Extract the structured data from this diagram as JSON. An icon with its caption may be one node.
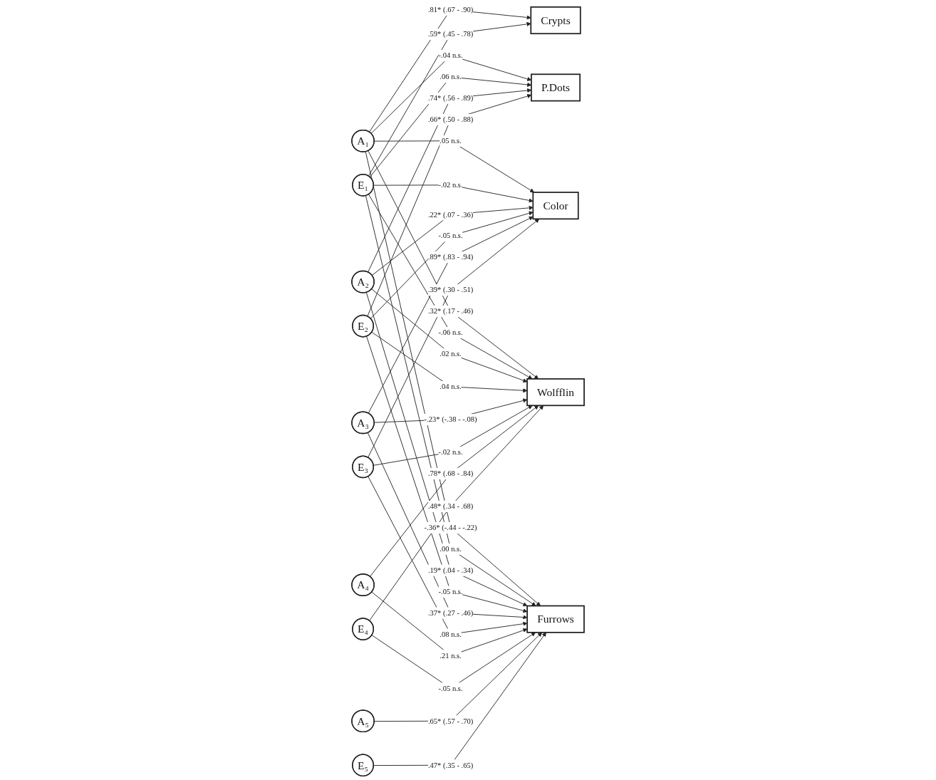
{
  "diagram": {
    "nodes": [
      {
        "text": [
          "A₁"
        ]
      },
      {
        "text": [
          "Crypts"
        ]
      },
      {
        "text": [
          "E₁"
        ]
      },
      {
        "text": [
          "A₂"
        ]
      },
      {
        "text": [
          "P.Dots"
        ]
      },
      {
        "text": [
          "E₂"
        ]
      },
      {
        "text": [
          "A₃"
        ]
      },
      {
        "text": [
          "Color"
        ]
      },
      {
        "text": [
          "E₃"
        ]
      },
      {
        "text": [
          "A₄"
        ]
      },
      {
        "text": [
          "Wolfflin"
        ]
      },
      {
        "text": [
          "E₄"
        ]
      },
      {
        "text": [
          "A₅"
        ]
      },
      {
        "text": [
          "Furrows"
        ]
      },
      {
        "text": [
          "E₅"
        ]
      }
    ],
    "edges": [
      {
        "from": 0,
        "to": 1,
        "arrow": "to",
        "label": ".81* (.67 - .90)"
      },
      {
        "from": 0,
        "to": 4,
        "arrow": "to",
        "label": "-.04 n.s."
      },
      {
        "from": 0,
        "to": 7,
        "arrow": "to",
        "label": ".05 n.s."
      },
      {
        "from": 0,
        "to": 10,
        "arrow": "to",
        "label": ".32* (.17 - .46)"
      },
      {
        "from": 0,
        "to": 13,
        "arrow": "to",
        "label": "-.36* (-.44 - -.22)"
      },
      {
        "from": 2,
        "to": 1,
        "arrow": "to",
        "label": ".59* (.45 - .78)"
      },
      {
        "from": 2,
        "to": 4,
        "arrow": "to",
        "label": ".06 n.s."
      },
      {
        "from": 2,
        "to": 7,
        "arrow": "to",
        "label": "-.02 n.s."
      },
      {
        "from": 2,
        "to": 10,
        "arrow": "to",
        "label": "-.06 n.s."
      },
      {
        "from": 2,
        "to": 13,
        "arrow": "to",
        "label": ".00 n.s."
      },
      {
        "from": 3,
        "to": 4,
        "arrow": "to",
        "label": ".74* (.56 - .89)"
      },
      {
        "from": 3,
        "to": 7,
        "arrow": "to",
        "label": ".22* (.07 - .36)"
      },
      {
        "from": 3,
        "to": 10,
        "arrow": "to",
        "label": ".02 n.s."
      },
      {
        "from": 3,
        "to": 13,
        "arrow": "to",
        "label": ".19* (.04 - .34)"
      },
      {
        "from": 5,
        "to": 4,
        "arrow": "to",
        "label": ".66* (.50 - .88)"
      },
      {
        "from": 5,
        "to": 7,
        "arrow": "to",
        "label": "-.05 n.s."
      },
      {
        "from": 5,
        "to": 10,
        "arrow": "to",
        "label": ".04 n.s."
      },
      {
        "from": 5,
        "to": 13,
        "arrow": "to",
        "label": "-.05 n.s."
      },
      {
        "from": 6,
        "to": 7,
        "arrow": "to",
        "label": ".89* (.83 - .94)"
      },
      {
        "from": 6,
        "to": 10,
        "arrow": "to",
        "label": "-.23* (-.38 - -.08)"
      },
      {
        "from": 6,
        "to": 13,
        "arrow": "to",
        "label": ".37* (.27 - .46)"
      },
      {
        "from": 8,
        "to": 7,
        "arrow": "to",
        "label": ".39* (.30 - .51)"
      },
      {
        "from": 8,
        "to": 10,
        "arrow": "to",
        "label": "-.02 n.s."
      },
      {
        "from": 8,
        "to": 13,
        "arrow": "to",
        "label": ".08 n.s."
      },
      {
        "from": 9,
        "to": 10,
        "arrow": "to",
        "label": ".78* (.68 - .84)"
      },
      {
        "from": 9,
        "to": 13,
        "arrow": "to",
        "label": ".21 n.s."
      },
      {
        "from": 11,
        "to": 10,
        "arrow": "to",
        "label": ".48* (.34 - .68)"
      },
      {
        "from": 11,
        "to": 13,
        "arrow": "to",
        "label": "-.05 n.s."
      },
      {
        "from": 12,
        "to": 13,
        "arrow": "to",
        "label": ".65* (.57 - .70)"
      },
      {
        "from": 14,
        "to": 13,
        "arrow": "to",
        "label": ".47* (.35 - .65)"
      }
    ]
  }
}
